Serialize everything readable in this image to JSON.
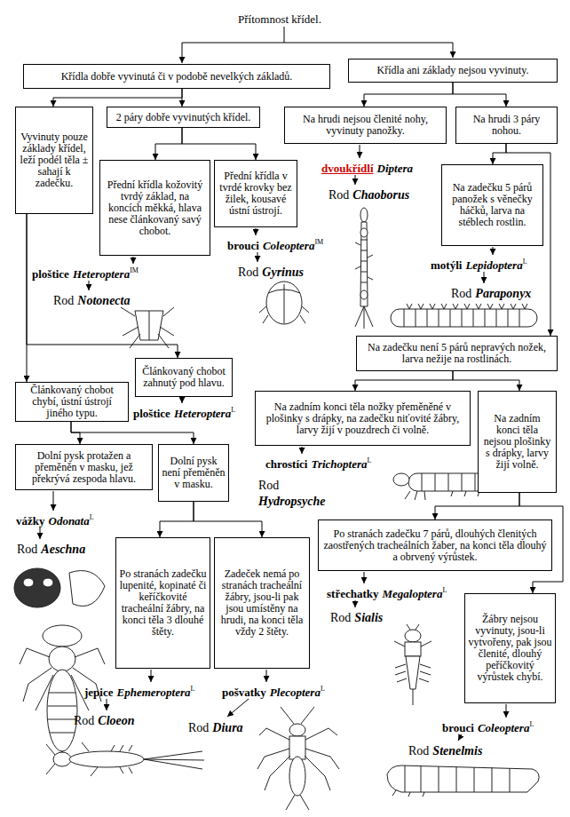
{
  "diagram": {
    "nodes": [
      {
        "text": [
          "Křídla dobře vyvinutá či v podobě nevelkých základů."
        ]
      },
      {
        "text": [
          "Křídla ani základy nejsou vyvinuty."
        ]
      },
      {
        "text": [
          "Vyvinuty pouze základy křídel, leží podél těla ± sahají k zadečku."
        ]
      },
      {
        "text": [
          "2 páry dobře vyvinutých křídel."
        ]
      },
      {
        "text": [
          "Na hrudi nejsou členité nohy, vyvinuty panožky."
        ]
      },
      {
        "text": [
          "Na hrudi 3 páry nohou."
        ]
      },
      {
        "text": [
          "Přední křídla kožovitý tvrdý základ, na koncích měkká, hlava nese článkovaný savý chobot."
        ]
      },
      {
        "text": [
          "Přední křídla v tvrdé krovky bez žilek, kousavé ústní ústrojí."
        ]
      },
      {
        "text": [
          "Na zadečku 5 párů panožek s věnečky háčků, larva na stéblech rostlin."
        ]
      },
      {
        "text": [
          "Na zadečku není 5 párů nepravých nožek, larva nežije na rostlinách."
        ]
      },
      {
        "text": [
          "Článkovaný chobot chybí, ústní ústrojí jiného typu."
        ]
      },
      {
        "text": [
          "Článkovaný chobot zahnutý pod hlavu."
        ]
      },
      {
        "text": [
          "Na zadním konci těla nožky přeměněné v plošinky s drápky, na zadečku niťovité žábry, larvy žijí v pouzdrech či volně."
        ]
      },
      {
        "text": [
          "Na zadním konci těla nejsou plošinky s drápky, larvy žijí volně."
        ]
      },
      {
        "text": [
          "Dolní pysk protažen a přeměněn v masku, jež překrývá zespoda hlavu."
        ]
      },
      {
        "text": [
          "Dolní pysk není přeměněn v masku."
        ]
      },
      {
        "text": [
          "Po stranách zadečku 7 párů, dlouhých členitých zaostřených tracheálních žaber, na konci těla dlouhý a obrvený výrůstek."
        ]
      },
      {
        "text": [
          "Po stranách zadečku lupenité, kopinaté či keříčkovité tracheální žábry, na konci těla 3 dlouhé štěty."
        ]
      },
      {
        "text": [
          "Zadeček nemá po stranách tracheální žábry, jsou-li pak jsou umístěny na hrudi, na konci těla vždy 2 štěty."
        ]
      },
      {
        "text": [
          "Žábry nejsou vyvinuty, jsou-li vytvořeny, pak jsou členité, dlouhý peříčkovitý výrůstek chybí."
        ]
      }
    ],
    "edges": [
      {
        "from": 0,
        "to": 2,
        "arrow": "to"
      },
      {
        "from": 0,
        "to": 3,
        "arrow": "to"
      },
      {
        "from": 1,
        "to": 4,
        "arrow": "to"
      },
      {
        "from": 1,
        "to": 5,
        "arrow": "to"
      },
      {
        "from": 3,
        "to": 6,
        "arrow": "to"
      },
      {
        "from": 3,
        "to": 7,
        "arrow": "to"
      },
      {
        "from": 5,
        "to": 8,
        "arrow": "to"
      },
      {
        "from": 5,
        "to": 9,
        "arrow": "to"
      },
      {
        "from": 2,
        "to": 10,
        "arrow": "to"
      },
      {
        "from": 2,
        "to": 11,
        "arrow": "to"
      },
      {
        "from": 9,
        "to": 12,
        "arrow": "to"
      },
      {
        "from": 9,
        "to": 13,
        "arrow": "to"
      },
      {
        "from": 10,
        "to": 14,
        "arrow": "to"
      },
      {
        "from": 10,
        "to": 15,
        "arrow": "to"
      },
      {
        "from": 13,
        "to": 16,
        "arrow": "to"
      },
      {
        "from": 13,
        "to": 19,
        "arrow": "to"
      },
      {
        "from": 15,
        "to": 17,
        "arrow": "to"
      },
      {
        "from": 15,
        "to": 18,
        "arrow": "to"
      }
    ],
    "labels": [
      "Přítomnost křídel.",
      "dvoukřídlí",
      "Diptera",
      "Rod",
      "Chaoborus",
      "brouci",
      "Coleoptera",
      "IM",
      "Rod",
      "Gyrinus",
      "motýli",
      "Lepidoptera",
      "L",
      "ploštice",
      "Heteroptera",
      "IM",
      "Rod",
      "Paraponyx",
      "Rod",
      "Notonecta",
      "ploštice",
      "Heteroptera",
      "L",
      "chrostíci",
      "Trichoptera",
      "L",
      "Rod",
      "Hydropsyche",
      "vážky",
      "Odonata",
      "L",
      "Rod",
      "Aeschna",
      "střechatky",
      "Megaloptera",
      "L",
      "Rod",
      "Sialis",
      "jepice",
      "Ephemeroptera",
      "L",
      "pošvatky",
      "Plecoptera",
      "L",
      "Rod",
      "Cloeon",
      "Rod",
      "Diura",
      "brouci",
      "Coleoptera",
      "L",
      "Rod",
      "Stenelmis"
    ]
  }
}
